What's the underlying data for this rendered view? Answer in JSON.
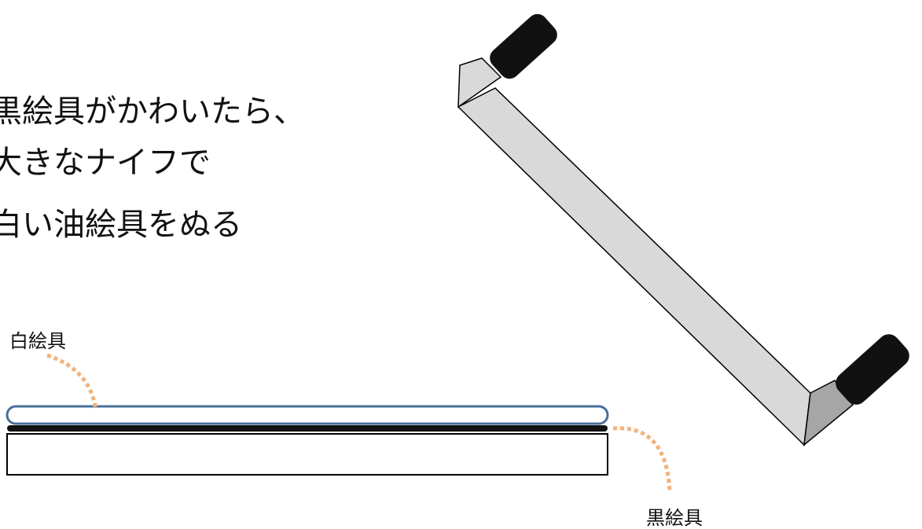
{
  "instructions": {
    "lines": [
      "黒絵具がかわいたら、",
      "大きなナイフで",
      "白い油絵具をぬる"
    ]
  },
  "labels": {
    "white_paint": "白絵具",
    "black_paint": "黒絵具"
  },
  "colors": {
    "white_paint_outline": "#4a6f9a",
    "leader_line": "#f2b27c",
    "black_paint": "#111111",
    "knife_blade": "#d9d9d9",
    "knife_tip": "#a6a6a6",
    "knife_handle": "#111111",
    "outline": "#000000"
  }
}
